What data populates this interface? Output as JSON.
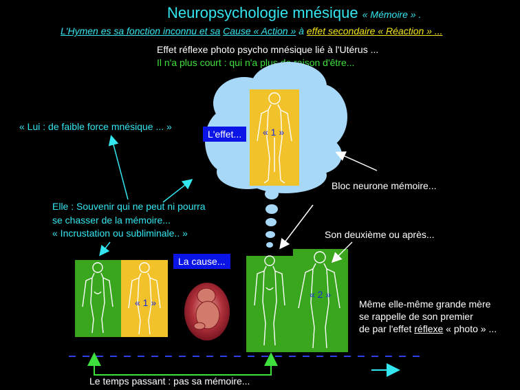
{
  "title": {
    "main": "Neuropsychologie mnésique",
    "sub": "« Mémoire » ."
  },
  "subtitle": {
    "part1": "L'Hymen es sa fonction inconnu et sa",
    "part2": "Cause « Action »",
    "part3": "à",
    "part4": "effet secondaire « Réaction » ..."
  },
  "lines": {
    "effet_reflexe": "Effet réflexe photo psycho mnésique lié à l'Utérus ...",
    "court": "Il n'a plus court : qui n'a plus de raison d'être...",
    "lui": "« Lui : de faible force mnésique ... »",
    "elle1": "Elle : Souvenir qui ne peut ni pourra",
    "elle2": "se chasser de la mémoire...",
    "elle3": "« Incrustation ou subliminale.. »",
    "bloc": "Bloc neurone mémoire...",
    "deuxieme": "Son deuxième ou après...",
    "meme1": "Même elle-même grande mère",
    "meme2": "se rappelle de son premier",
    "meme3a": "de par l'effet",
    "meme3b": "réflexe",
    "meme3c": "« photo » ...",
    "temps": "Le temps passant : pas sa mémoire..."
  },
  "labels": {
    "effet": "L'effet...",
    "cause": "La cause...",
    "one": "« 1 »",
    "two": "« 2 »"
  },
  "colors": {
    "cyan": "#33e6f0",
    "green": "#3ee03e",
    "yellow": "#f4e61a",
    "blue": "#0a14e6",
    "cloud": "#a8d8f8",
    "panel_green": "#3aa61e",
    "panel_yellow": "#f2c22a"
  }
}
